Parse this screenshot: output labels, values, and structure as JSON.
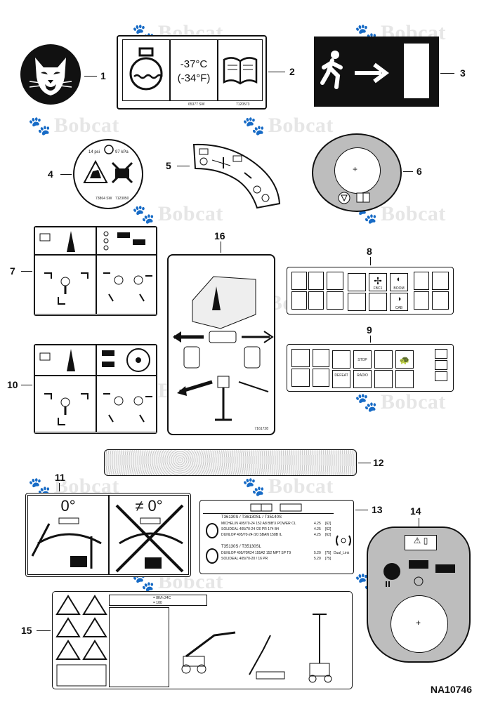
{
  "watermark": "Bobcat",
  "figure_code": "NA10746",
  "callouts": [
    "1",
    "2",
    "3",
    "4",
    "5",
    "6",
    "7",
    "8",
    "9",
    "10",
    "11",
    "12",
    "13",
    "14",
    "15",
    "16"
  ],
  "decal2": {
    "temp_c": "-37°C",
    "temp_f": "(-34°F)",
    "part_left": "65377 SW",
    "part_right": "7120573"
  },
  "decal4": {
    "pressure_left": "14 psi",
    "pressure_right": "97 kPa",
    "part_left": "73864 SW",
    "part_right": "7123050"
  },
  "decal8": {
    "labels": [
      "FBC1",
      "BOOM",
      "CAB"
    ]
  },
  "decal9": {
    "labels": [
      "DEFEAT",
      "RADIO",
      "STOP"
    ]
  },
  "decal11": {
    "ok_angle": "0°",
    "not_angle": "≠ 0°"
  },
  "decal13": {
    "group1_title": "T36130S / T36130SL / T35140S",
    "group1_rows": [
      {
        "tire": "MICHELIN 405/70-24 152 A8 BIB'X POWER CL",
        "v1": "4.25",
        "v2": "[62]"
      },
      {
        "tire": "SOLIDEAL 405/70-24 /20 PR 174 B4",
        "v1": "4.25",
        "v2": "[62]"
      },
      {
        "tire": "DUNLOP 405/70-24 /20 SBAN 158B IL",
        "v1": "4.25",
        "v2": "[62]"
      }
    ],
    "group2_title": "T35130S / T35130SL",
    "group2_rows": [
      {
        "tire": "DUNLOP 405/70R24 155A2 152 MPT SP T9",
        "v1": "5.20",
        "v2": "[75]"
      },
      {
        "tire": "SOLIDEAL 405/70-20 / 16 PR",
        "v1": "5.20",
        "v2": "[75]"
      }
    ],
    "dual_label": "Dual_Link"
  },
  "decal15": {
    "speed_line1": "= 8K/h 24C",
    "speed_line2": "= 100"
  },
  "decal16": {
    "part": "7161728"
  }
}
